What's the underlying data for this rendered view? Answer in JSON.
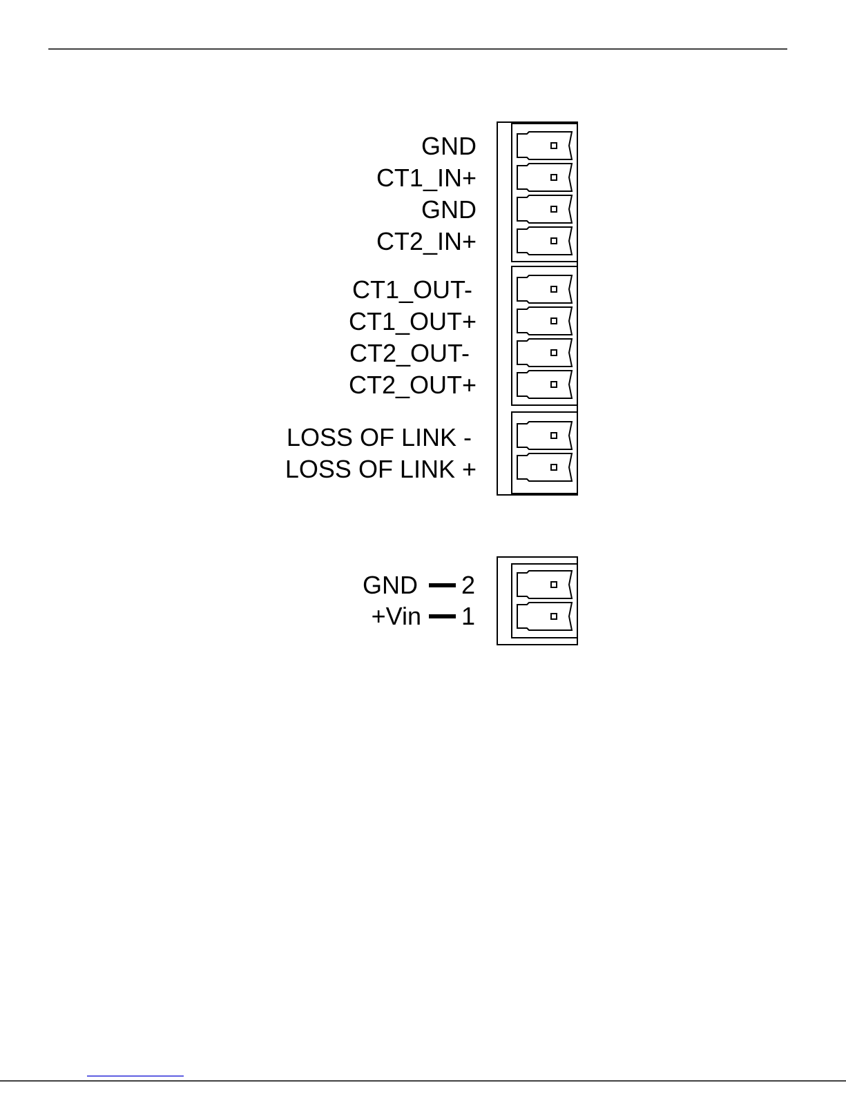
{
  "colors": {
    "line": "#000000",
    "background": "#ffffff",
    "footer_link": "#2a2ad8"
  },
  "main_connector": {
    "groups": [
      {
        "pins": [
          {
            "label": "GND"
          },
          {
            "label": "CT1_IN+"
          },
          {
            "label": "GND"
          },
          {
            "label": "CT2_IN+"
          }
        ]
      },
      {
        "pins": [
          {
            "label": "CT1_OUT-"
          },
          {
            "label": "CT1_OUT+"
          },
          {
            "label": "CT2_OUT-"
          },
          {
            "label": "CT2_OUT+"
          }
        ]
      },
      {
        "pins": [
          {
            "label": "LOSS OF LINK -"
          },
          {
            "label": "LOSS OF LINK +"
          }
        ]
      }
    ]
  },
  "power_connector": {
    "pins": [
      {
        "label": "GND",
        "number": "2"
      },
      {
        "label": "+Vin",
        "number": "1"
      }
    ]
  }
}
